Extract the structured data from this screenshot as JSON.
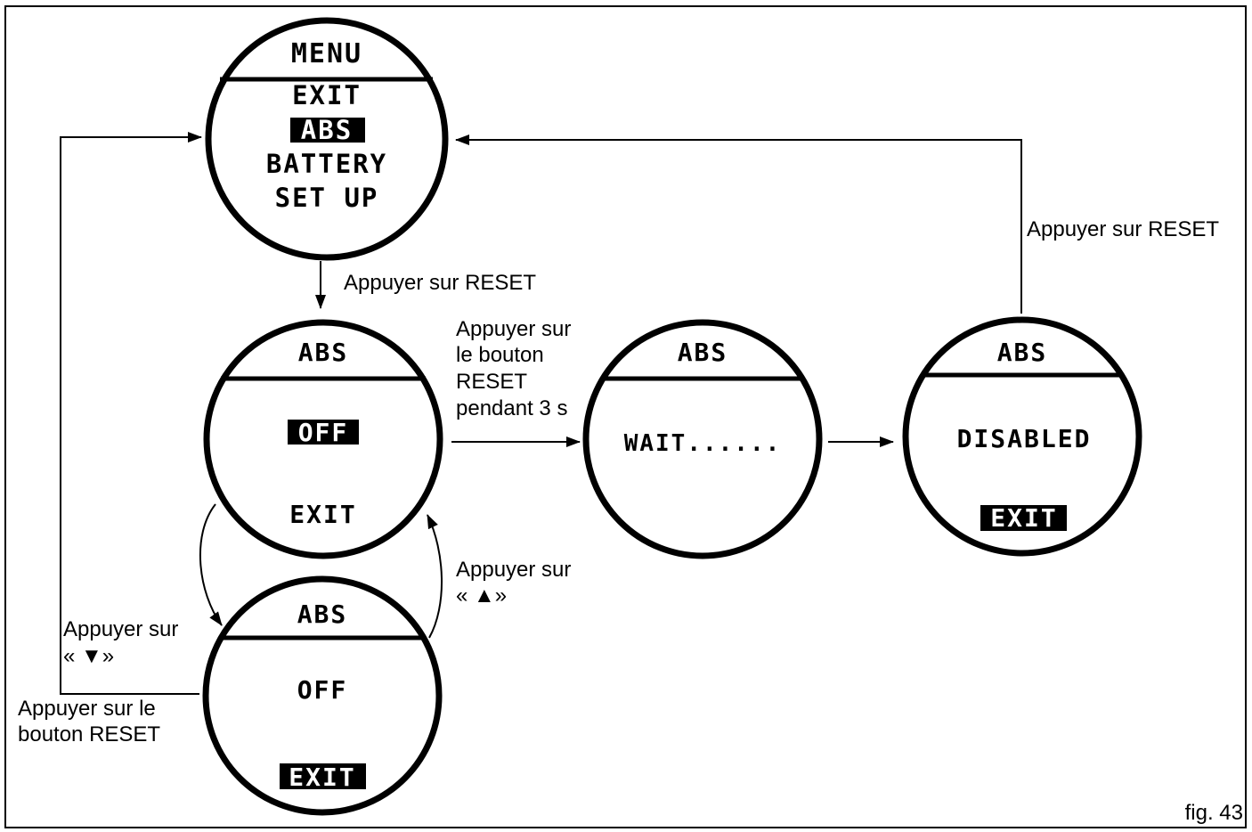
{
  "colors": {
    "ink": "#000000",
    "paper": "#ffffff"
  },
  "screens": {
    "menu": {
      "header": "MENU",
      "items": [
        "EXIT",
        "ABS",
        "BATTERY",
        "SET UP"
      ],
      "highlighted": "ABS"
    },
    "abs_off_selected": {
      "header": "ABS",
      "value": "OFF",
      "exit": "EXIT",
      "highlighted": "OFF"
    },
    "abs_exit_selected": {
      "header": "ABS",
      "value": "OFF",
      "exit": "EXIT",
      "highlighted": "EXIT"
    },
    "abs_wait": {
      "header": "ABS",
      "value": "WAIT......"
    },
    "abs_disabled": {
      "header": "ABS",
      "value": "DISABLED",
      "exit": "EXIT",
      "highlighted": "EXIT"
    }
  },
  "labels": {
    "reset_from_menu": "Appuyer sur RESET",
    "reset_from_disabled": "Appuyer sur RESET",
    "hold_reset": [
      "Appuyer sur",
      "le bouton",
      "RESET",
      "pendant 3 s"
    ],
    "press_up": [
      "Appuyer sur",
      "« ▲»"
    ],
    "press_down": [
      "Appuyer sur",
      "« ▼»"
    ],
    "reset_from_exit": [
      "Appuyer sur le",
      "bouton RESET"
    ]
  },
  "figure_number": "fig. 43"
}
